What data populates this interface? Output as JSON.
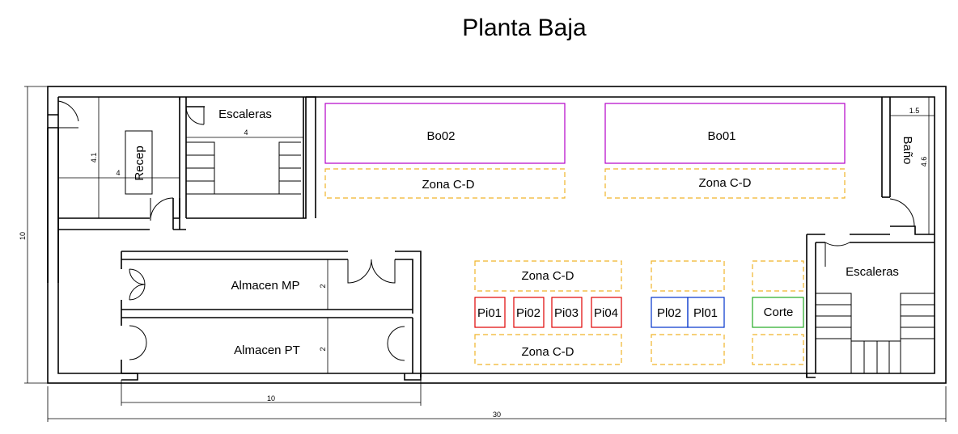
{
  "title": "Planta Baja",
  "rooms": {
    "escaleras_top": "Escaleras",
    "escaleras_right": "Escaleras",
    "recep": "Recep",
    "bano": "Baño",
    "almacen_mp": "Almacen MP",
    "almacen_pt": "Almacen PT",
    "corte": "Corte"
  },
  "zones": {
    "bo02": "Bo02",
    "bo01": "Bo01",
    "zona_cd_1": "Zona C-D",
    "zona_cd_2": "Zona C-D",
    "zona_cd_3": "Zona C-D",
    "zona_cd_4": "Zona C-D"
  },
  "stations": {
    "pi01": "Pi01",
    "pi02": "Pi02",
    "pi03": "Pi03",
    "pi04": "Pi04",
    "pl02": "Pl02",
    "pl01": "Pl01"
  },
  "dimensions": {
    "total_width": "30",
    "total_height": "10",
    "almacen_width": "10",
    "recep_w": "4",
    "recep_h": "4.1",
    "stairs_w": "4",
    "bano_w": "1.5",
    "bano_h": "4.6",
    "almacen_mp_h": "2",
    "almacen_pt_h": "2"
  },
  "colors": {
    "zone": "#f0b429",
    "bo": "#b300c8",
    "pi": "#e00000",
    "pl": "#0033cc",
    "corte": "#22aa22"
  }
}
